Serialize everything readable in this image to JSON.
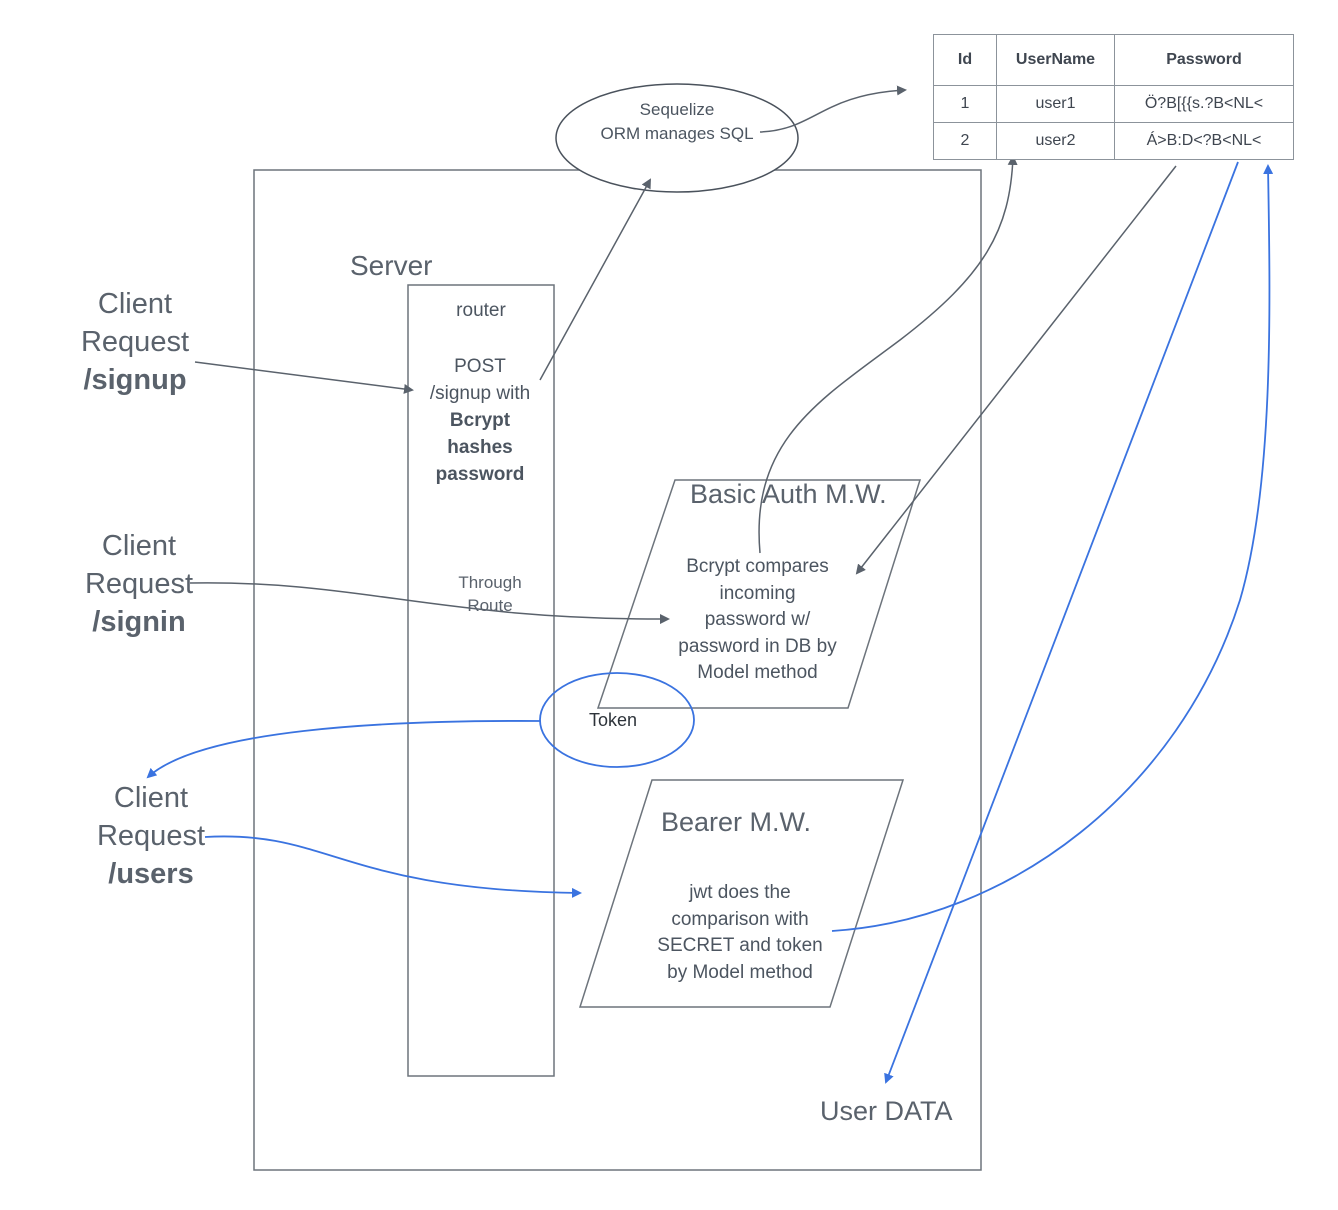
{
  "server": {
    "label": "Server"
  },
  "router": {
    "title": "router",
    "line1": "POST",
    "line2": "/signup with",
    "bold1": "Bcrypt",
    "bold2": "hashes",
    "bold3": "password",
    "through1": "Through",
    "through2": "Route"
  },
  "orm": {
    "line1": "Sequelize",
    "line2": "ORM manages SQL"
  },
  "basic_auth": {
    "title": "Basic Auth M.W.",
    "lines": [
      "Bcrypt compares",
      "incoming",
      "password w/",
      "password in DB by",
      "Model method"
    ]
  },
  "bearer": {
    "title": "Bearer M.W.",
    "lines": [
      "jwt does the",
      "comparison with",
      "SECRET and token",
      "by Model method"
    ]
  },
  "token": {
    "label": "Token"
  },
  "clients": [
    {
      "line1": "Client",
      "line2": "Request",
      "route": "/signup"
    },
    {
      "line1": "Client",
      "line2": "Request",
      "route": "/signin"
    },
    {
      "line1": "Client",
      "line2": "Request",
      "route": "/users"
    }
  ],
  "user_data": {
    "label": "User DATA"
  },
  "db_table": {
    "headers": [
      "Id",
      "UserName",
      "Password"
    ],
    "rows": [
      [
        "1",
        "user1",
        "Ö?B[{{s.?B<NL<"
      ],
      [
        "2",
        "user2",
        "Á>B:D<?B<NL<"
      ]
    ]
  },
  "colors": {
    "stroke": "#5a626c",
    "blue": "#3a73e0"
  }
}
